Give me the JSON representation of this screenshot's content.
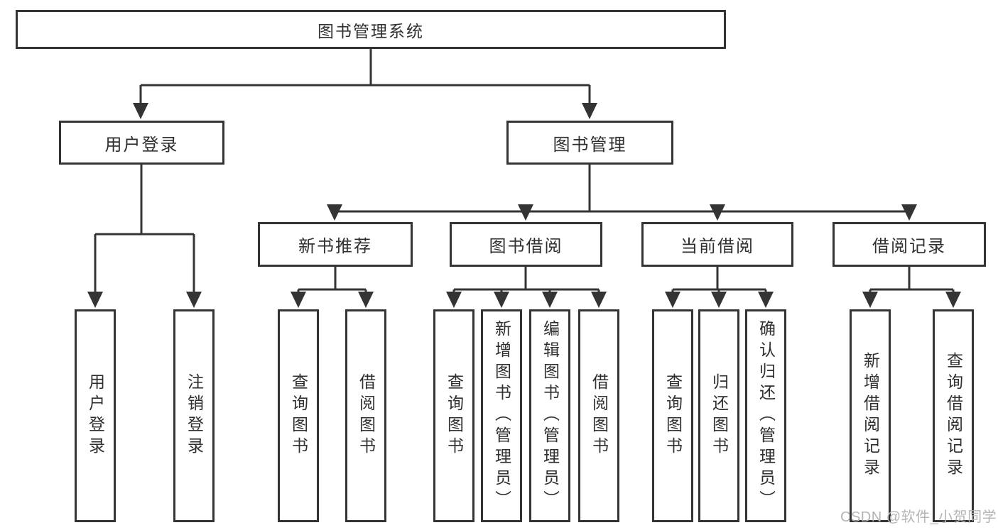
{
  "diagram": {
    "root": {
      "label": "图书管理系统"
    },
    "level2": [
      {
        "label": "用户登录"
      },
      {
        "label": "图书管理"
      }
    ],
    "level3": [
      {
        "label": "新书推荐"
      },
      {
        "label": "图书借阅"
      },
      {
        "label": "当前借阅"
      },
      {
        "label": "借阅记录"
      }
    ],
    "leaves": {
      "user_login": [
        {
          "label": "用户登录"
        },
        {
          "label": "注销登录"
        }
      ],
      "new_book_recommend": [
        {
          "label": "查询图书"
        },
        {
          "label": "借阅图书"
        }
      ],
      "book_borrow": [
        {
          "label": "查询图书"
        },
        {
          "label": "新增图书（管理员）"
        },
        {
          "label": "编辑图书（管理员）"
        },
        {
          "label": "借阅图书"
        }
      ],
      "current_borrow": [
        {
          "label": "查询图书"
        },
        {
          "label": "归还图书"
        },
        {
          "label": "确认归还（管理员）"
        }
      ],
      "borrow_record": [
        {
          "label": "新增借阅记录"
        },
        {
          "label": "查询借阅记录"
        }
      ]
    }
  },
  "watermark": {
    "text": "CSDN @软件_小贺同学"
  },
  "colors": {
    "line": "#343434",
    "box_border": "#343434",
    "box_background": "#ffffff",
    "text": "#2f2f2f",
    "watermark": "#b5b5b5",
    "page_background": "#ffffff"
  }
}
